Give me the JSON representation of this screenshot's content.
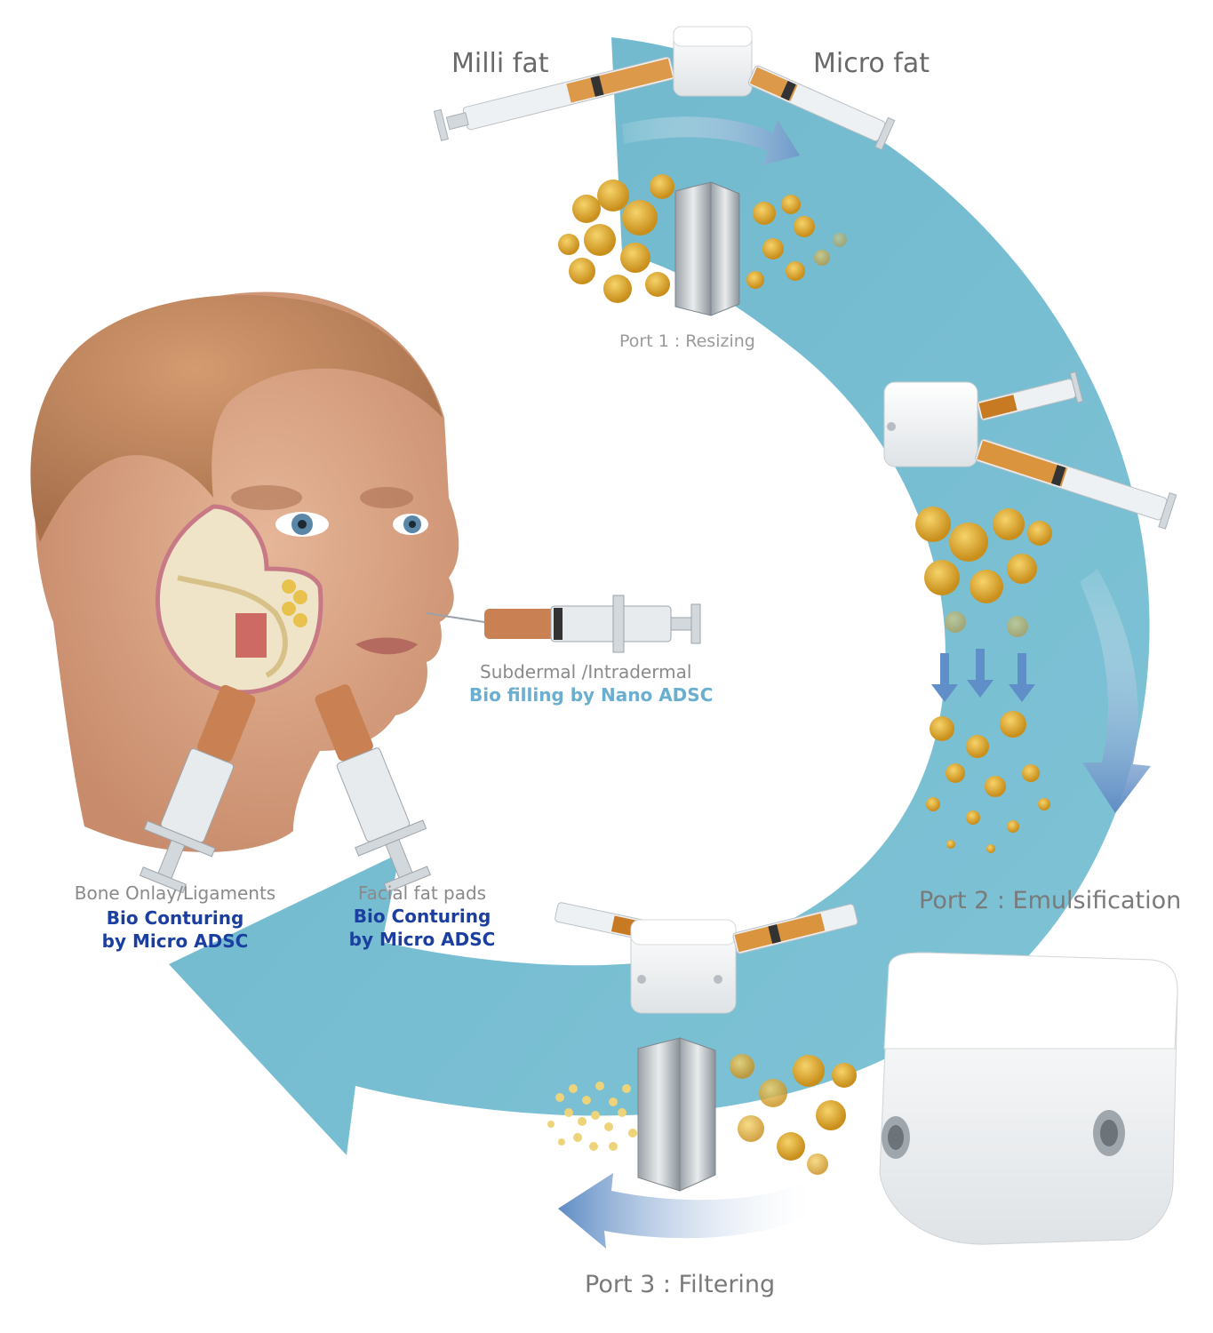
{
  "colors": {
    "arrow": "#74bccf",
    "arrow_dark": "#5aa6bd",
    "flow_arrow": "#6f99c9",
    "fat": "#e7b83a",
    "skin": "#d9a585",
    "label_gray": "#6a6a6a",
    "label_lightblue": "#6aaed0",
    "label_darkblue": "#1a3fa0"
  },
  "labels": {
    "milli_fat": "Milli fat",
    "micro_fat": "Micro fat",
    "port1": "Port 1 : Resizing",
    "port2": "Port 2 : Emulsification",
    "port3": "Port 3 : Filtering",
    "subdermal": "Subdermal /Intradermal",
    "bio_filling": "Bio filling by Nano ADSC",
    "bone_onlay": "Bone Onlay/Ligaments",
    "bone_bio_1": "Bio Conturing",
    "bone_bio_2": "by Micro ADSC",
    "fat_pads": "Facial fat pads",
    "fat_bio_1": "Bio Conturing",
    "fat_bio_2": "by Micro ADSC"
  },
  "icons": {
    "cycle_arrow": "cycle-arrow-icon",
    "device": "cube-device-icon",
    "syringe": "syringe-icon",
    "filter": "filter-blade-icon",
    "head": "head-illustration"
  }
}
